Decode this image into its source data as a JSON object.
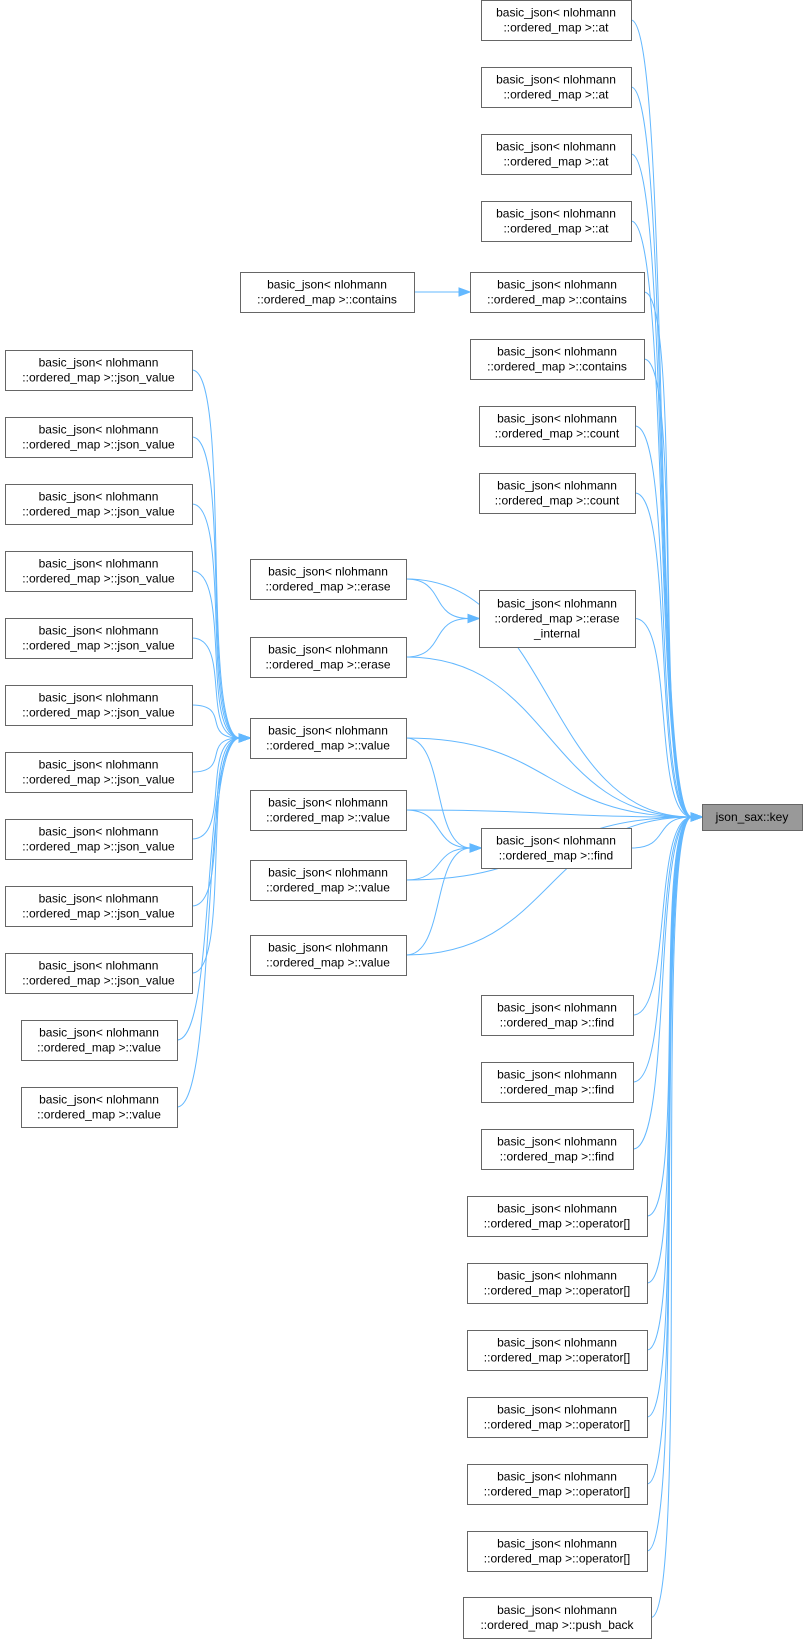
{
  "nodes": [
    {
      "id": "target",
      "label": [
        "json_sax::key"
      ],
      "focus": true
    },
    {
      "id": "at1",
      "label": [
        "basic_json< nlohmann",
        "::ordered_map >::at"
      ]
    },
    {
      "id": "at2",
      "label": [
        "basic_json< nlohmann",
        "::ordered_map >::at"
      ]
    },
    {
      "id": "at3",
      "label": [
        "basic_json< nlohmann",
        "::ordered_map >::at"
      ]
    },
    {
      "id": "at4",
      "label": [
        "basic_json< nlohmann",
        "::ordered_map >::at"
      ]
    },
    {
      "id": "contains_l",
      "label": [
        "basic_json< nlohmann",
        "::ordered_map >::contains"
      ]
    },
    {
      "id": "contains_r1",
      "label": [
        "basic_json< nlohmann",
        "::ordered_map >::contains"
      ]
    },
    {
      "id": "contains_r2",
      "label": [
        "basic_json< nlohmann",
        "::ordered_map >::contains"
      ]
    },
    {
      "id": "count1",
      "label": [
        "basic_json< nlohmann",
        "::ordered_map >::count"
      ]
    },
    {
      "id": "count2",
      "label": [
        "basic_json< nlohmann",
        "::ordered_map >::count"
      ]
    },
    {
      "id": "erase1",
      "label": [
        "basic_json< nlohmann",
        "::ordered_map >::erase"
      ]
    },
    {
      "id": "erase_internal",
      "label": [
        "basic_json< nlohmann",
        "::ordered_map >::erase",
        "_internal"
      ]
    },
    {
      "id": "erase2",
      "label": [
        "basic_json< nlohmann",
        "::ordered_map >::erase"
      ]
    },
    {
      "id": "value_hub",
      "label": [
        "basic_json< nlohmann",
        "::ordered_map >::value"
      ]
    },
    {
      "id": "value2",
      "label": [
        "basic_json< nlohmann",
        "::ordered_map >::value"
      ]
    },
    {
      "id": "find_mid",
      "label": [
        "basic_json< nlohmann",
        "::ordered_map >::find"
      ]
    },
    {
      "id": "value3",
      "label": [
        "basic_json< nlohmann",
        "::ordered_map >::value"
      ]
    },
    {
      "id": "value4",
      "label": [
        "basic_json< nlohmann",
        "::ordered_map >::value"
      ]
    },
    {
      "id": "jv1",
      "label": [
        "basic_json< nlohmann",
        "::ordered_map >::json_value"
      ]
    },
    {
      "id": "jv2",
      "label": [
        "basic_json< nlohmann",
        "::ordered_map >::json_value"
      ]
    },
    {
      "id": "jv3",
      "label": [
        "basic_json< nlohmann",
        "::ordered_map >::json_value"
      ]
    },
    {
      "id": "jv4",
      "label": [
        "basic_json< nlohmann",
        "::ordered_map >::json_value"
      ]
    },
    {
      "id": "jv5",
      "label": [
        "basic_json< nlohmann",
        "::ordered_map >::json_value"
      ]
    },
    {
      "id": "jv6",
      "label": [
        "basic_json< nlohmann",
        "::ordered_map >::json_value"
      ]
    },
    {
      "id": "jv7",
      "label": [
        "basic_json< nlohmann",
        "::ordered_map >::json_value"
      ]
    },
    {
      "id": "jv8",
      "label": [
        "basic_json< nlohmann",
        "::ordered_map >::json_value"
      ]
    },
    {
      "id": "jv9",
      "label": [
        "basic_json< nlohmann",
        "::ordered_map >::json_value"
      ]
    },
    {
      "id": "jv10",
      "label": [
        "basic_json< nlohmann",
        "::ordered_map >::json_value"
      ]
    },
    {
      "id": "lv1",
      "label": [
        "basic_json< nlohmann",
        "::ordered_map >::value"
      ]
    },
    {
      "id": "lv2",
      "label": [
        "basic_json< nlohmann",
        "::ordered_map >::value"
      ]
    },
    {
      "id": "find1",
      "label": [
        "basic_json< nlohmann",
        "::ordered_map >::find"
      ]
    },
    {
      "id": "find2",
      "label": [
        "basic_json< nlohmann",
        "::ordered_map >::find"
      ]
    },
    {
      "id": "find3",
      "label": [
        "basic_json< nlohmann",
        "::ordered_map >::find"
      ]
    },
    {
      "id": "op1",
      "label": [
        "basic_json< nlohmann",
        "::ordered_map >::operator[]"
      ]
    },
    {
      "id": "op2",
      "label": [
        "basic_json< nlohmann",
        "::ordered_map >::operator[]"
      ]
    },
    {
      "id": "op3",
      "label": [
        "basic_json< nlohmann",
        "::ordered_map >::operator[]"
      ]
    },
    {
      "id": "op4",
      "label": [
        "basic_json< nlohmann",
        "::ordered_map >::operator[]"
      ]
    },
    {
      "id": "op5",
      "label": [
        "basic_json< nlohmann",
        "::ordered_map >::operator[]"
      ]
    },
    {
      "id": "op6",
      "label": [
        "basic_json< nlohmann",
        "::ordered_map >::operator[]"
      ]
    },
    {
      "id": "push_back",
      "label": [
        "basic_json< nlohmann",
        "::ordered_map >::push_back"
      ]
    }
  ],
  "edges": [
    [
      "at1",
      "target"
    ],
    [
      "at2",
      "target"
    ],
    [
      "at3",
      "target"
    ],
    [
      "at4",
      "target"
    ],
    [
      "contains_l",
      "contains_r1"
    ],
    [
      "contains_r1",
      "target"
    ],
    [
      "contains_r2",
      "target"
    ],
    [
      "count1",
      "target"
    ],
    [
      "count2",
      "target"
    ],
    [
      "erase1",
      "target"
    ],
    [
      "erase1",
      "erase_internal"
    ],
    [
      "erase2",
      "erase_internal"
    ],
    [
      "erase_internal",
      "target"
    ],
    [
      "erase2",
      "target"
    ],
    [
      "value_hub",
      "target"
    ],
    [
      "value_hub",
      "find_mid"
    ],
    [
      "value2",
      "target"
    ],
    [
      "value2",
      "find_mid"
    ],
    [
      "value3",
      "find_mid"
    ],
    [
      "value3",
      "target"
    ],
    [
      "value4",
      "find_mid"
    ],
    [
      "value4",
      "target"
    ],
    [
      "find_mid",
      "target"
    ],
    [
      "jv1",
      "value_hub"
    ],
    [
      "jv2",
      "value_hub"
    ],
    [
      "jv3",
      "value_hub"
    ],
    [
      "jv4",
      "value_hub"
    ],
    [
      "jv5",
      "value_hub"
    ],
    [
      "jv6",
      "value_hub"
    ],
    [
      "jv7",
      "value_hub"
    ],
    [
      "jv8",
      "value_hub"
    ],
    [
      "jv9",
      "value_hub"
    ],
    [
      "jv10",
      "value_hub"
    ],
    [
      "lv1",
      "value_hub"
    ],
    [
      "lv2",
      "value_hub"
    ],
    [
      "find1",
      "target"
    ],
    [
      "find2",
      "target"
    ],
    [
      "find3",
      "target"
    ],
    [
      "op1",
      "target"
    ],
    [
      "op2",
      "target"
    ],
    [
      "op3",
      "target"
    ],
    [
      "op4",
      "target"
    ],
    [
      "op5",
      "target"
    ],
    [
      "op6",
      "target"
    ],
    [
      "push_back",
      "target"
    ]
  ],
  "colors": {
    "edge": "#63b8ff",
    "focus_fill": "#999999",
    "border": "#666666"
  }
}
